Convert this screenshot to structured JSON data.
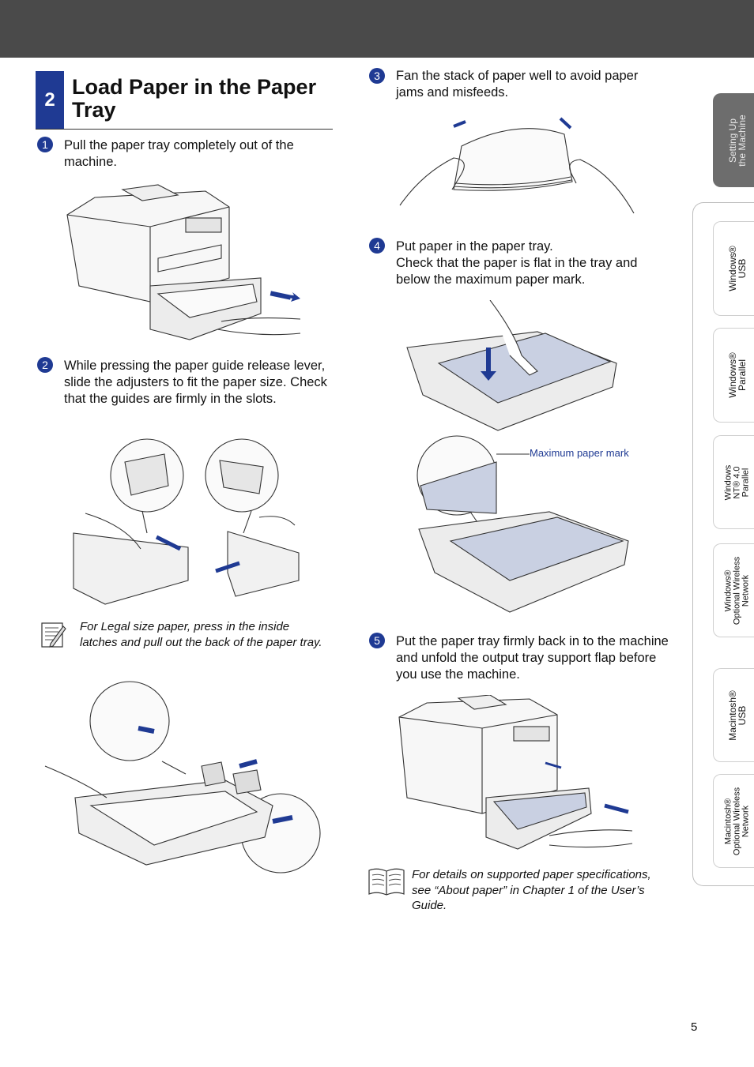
{
  "section": {
    "number": "2",
    "title": "Load Paper in the Paper Tray"
  },
  "steps": [
    {
      "num": "1",
      "text": "Pull the paper tray completely out of the machine."
    },
    {
      "num": "2",
      "text": "While pressing the paper guide release lever, slide the adjusters to fit the paper size. Check that the guides are firmly in the slots."
    },
    {
      "num": "3",
      "text": "Fan the stack of paper well to avoid paper jams and misfeeds."
    },
    {
      "num": "4",
      "text": "Put paper in the paper tray.\nCheck that the paper is flat in the tray and below the maximum paper mark."
    },
    {
      "num": "5",
      "text": "Put the paper tray firmly back in to the machine and unfold the output tray support flap before you use the machine."
    }
  ],
  "notes": {
    "legal": "For Legal size paper, press in the inside latches and pull out the back of the paper tray.",
    "details": "For details on supported paper specifications, see “About paper” in Chapter 1 of the User’s Guide."
  },
  "callouts": {
    "max_mark": "Maximum paper mark"
  },
  "side_tabs": [
    {
      "line1": "Setting Up",
      "line2": "the Machine",
      "active": true
    },
    {
      "line1": "Windows®",
      "line2": "USB"
    },
    {
      "line1": "Windows®",
      "line2": "Parallel"
    },
    {
      "line1": "Windows",
      "line2": "NT® 4.0",
      "line3": "Parallel"
    },
    {
      "line1": "Windows®",
      "line2": "Optional Wireless",
      "line3": "Network"
    },
    {
      "line1": "Macintosh®",
      "line2": "USB"
    },
    {
      "line1": "Macintosh®",
      "line2": "Optional Wireless",
      "line3": "Network"
    }
  ],
  "page_number": "5",
  "colors": {
    "accent": "#1f3a93",
    "topbar": "#4a4a4a",
    "paper": "#c9d0e2"
  },
  "icons": {
    "note": "pencil-note-icon",
    "reference": "open-book-icon"
  }
}
